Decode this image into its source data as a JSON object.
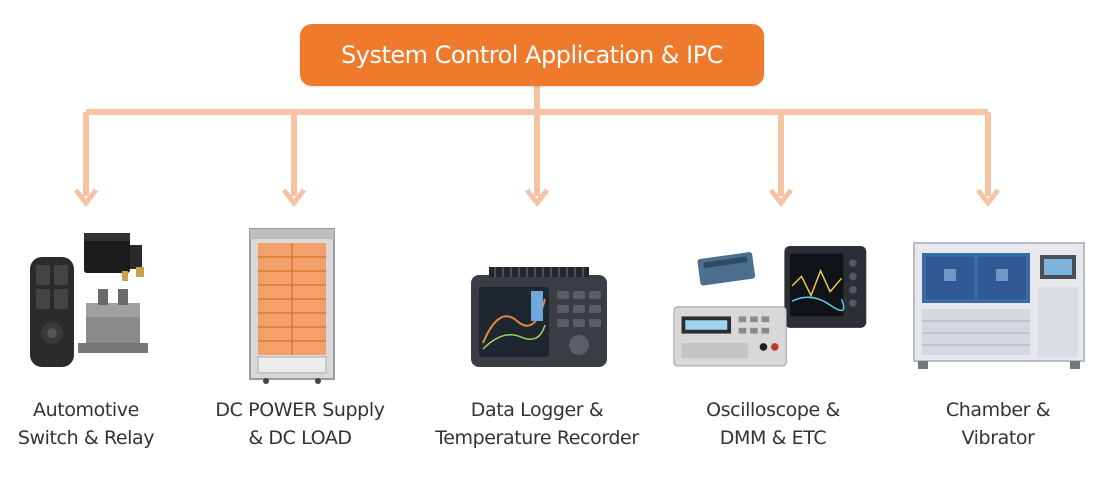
{
  "header": {
    "title": "System Control Application & IPC"
  },
  "colors": {
    "accent": "#ef7a2c",
    "connector": "#f6c3a3",
    "text": "#333333"
  },
  "devices": [
    {
      "icon": "switch-relay-icon",
      "line1": "Automotive",
      "line2": "Switch & Relay"
    },
    {
      "icon": "power-rack-icon",
      "line1": "DC POWER Supply",
      "line2": "& DC LOAD"
    },
    {
      "icon": "data-logger-icon",
      "line1": "Data Logger &",
      "line2": "Temperature Recorder"
    },
    {
      "icon": "oscilloscope-dmm-icon",
      "line1": "Oscilloscope &",
      "line2": "DMM & ETC"
    },
    {
      "icon": "chamber-icon",
      "line1": "Chamber &",
      "line2": "Vibrator"
    }
  ]
}
